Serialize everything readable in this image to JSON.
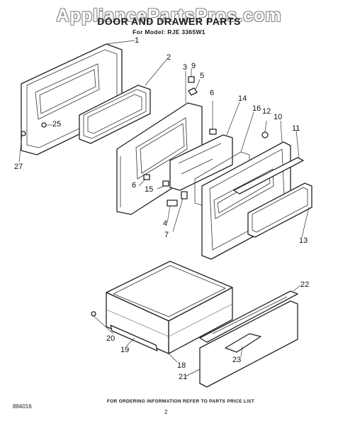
{
  "watermark": "AppliancePartsPros.com",
  "title": "DOOR AND DRAWER PARTS",
  "model_line": "For Model: RJE 3365W1",
  "footer_note": "FOR ORDERING INFORMATION REFER TO PARTS PRICE LIST",
  "doc_number": "884016",
  "page_number": "2",
  "callouts": {
    "c1": "1",
    "c2": "2",
    "c3": "3",
    "c4": "4",
    "c5": "5",
    "c6a": "6",
    "c6b": "6",
    "c7": "7",
    "c9": "9",
    "c10": "10",
    "c11": "11",
    "c12": "12",
    "c13": "13",
    "c14": "14",
    "c15": "15",
    "c16": "16",
    "c18": "18",
    "c19": "19",
    "c20": "20",
    "c21": "21",
    "c22": "22",
    "c23": "23",
    "c25": "25",
    "c27": "27"
  }
}
